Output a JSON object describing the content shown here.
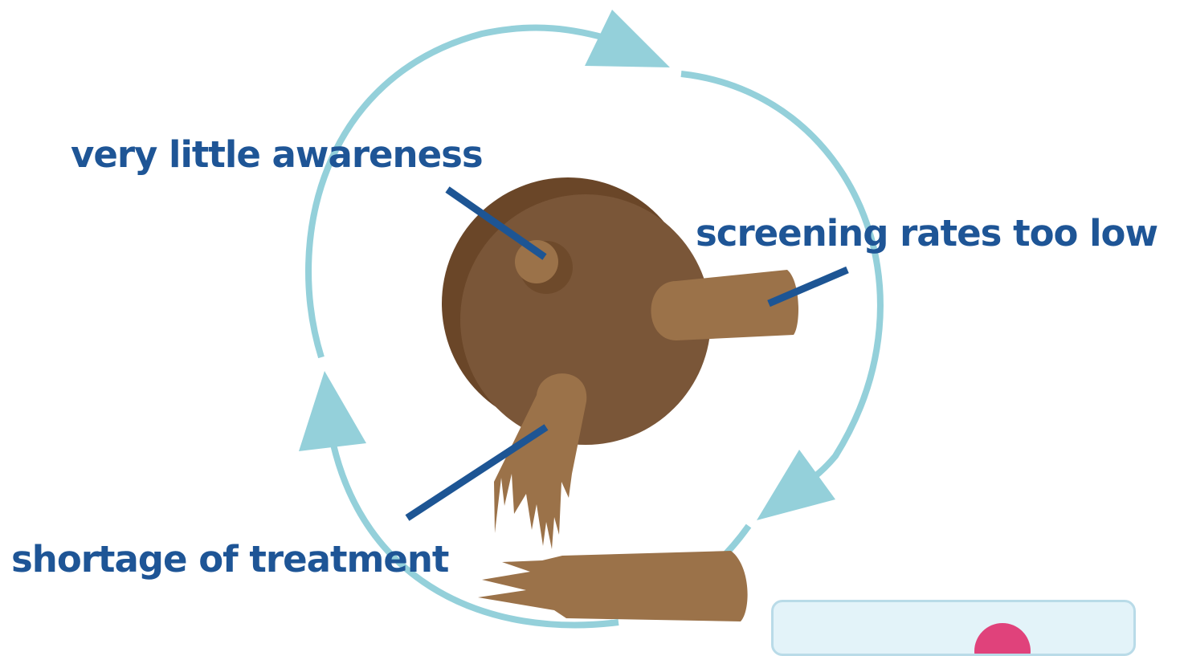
{
  "labels": {
    "awareness": "very little awareness",
    "screening": "screening rates too low",
    "treatment": "shortage of treatment"
  },
  "colors": {
    "label_text": "#1e5596",
    "pointer_line": "#1d5594",
    "cycle_arrow": "#94d0da",
    "wheel_dark": "#6a4628",
    "wheel_main": "#7a5638",
    "spoke": "#9b7249",
    "hub_shadow": "#6e4a2b",
    "card_fill": "#e3f3f9",
    "card_border": "#b9dbe8",
    "card_dot": "#e0427b"
  },
  "icons": {
    "card_dot": "pink-circle-icon"
  }
}
